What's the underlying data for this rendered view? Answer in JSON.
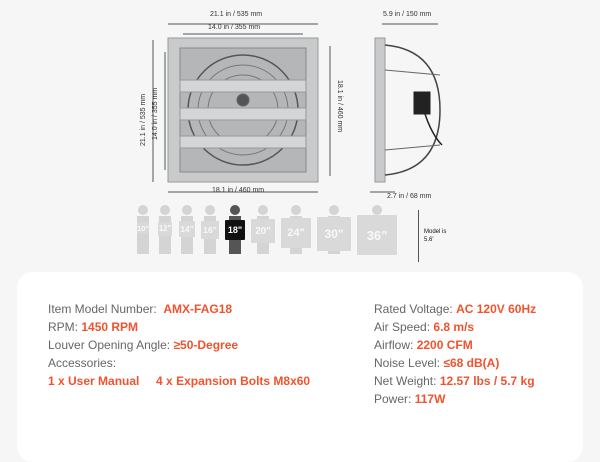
{
  "dimensions": {
    "front_width": "21.1 in / 535 mm",
    "front_inner_width": "14.0 in / 355 mm",
    "front_height": "21.1 in / 535 mm",
    "front_inner_height": "14.0 in / 355 mm",
    "front_right_height": "18.1 in / 460 mm",
    "front_bottom_width": "18.1 in / 460 mm",
    "side_depth": "5.9 in / 150 mm",
    "side_base": "2.7 in / 68 mm"
  },
  "size_chart": {
    "sizes": [
      "10\"",
      "12\"",
      "14\"",
      "16\"",
      "18\"",
      "20\"",
      "24\"",
      "30\"",
      "36\""
    ],
    "active": "18\"",
    "model_note_line1": "Model is",
    "model_note_line2": "5.6'"
  },
  "specs_left": [
    {
      "label": "Item Model Number:",
      "value": "AMX-FAG18"
    },
    {
      "label": "RPM:",
      "value": "1450 RPM"
    },
    {
      "label": "Louver Opening Angle:",
      "value": "≥50-Degree"
    },
    {
      "label": "Accessories:",
      "value": ""
    }
  ],
  "accessories": [
    "1 x User Manual",
    "4 x Expansion Bolts M8x60"
  ],
  "specs_right": [
    {
      "label": "Rated Voltage:",
      "value": "AC 120V 60Hz"
    },
    {
      "label": "Air Speed:",
      "value": "6.8 m/s"
    },
    {
      "label": "Airflow:",
      "value": "2200 CFM"
    },
    {
      "label": "Noise Level:",
      "value": "≤68 dB(A)"
    },
    {
      "label": "Net Weight:",
      "value": "12.57 lbs / 5.7 kg"
    },
    {
      "label": "Power:",
      "value": "117W"
    }
  ],
  "colors": {
    "accent": "#f0532d"
  }
}
